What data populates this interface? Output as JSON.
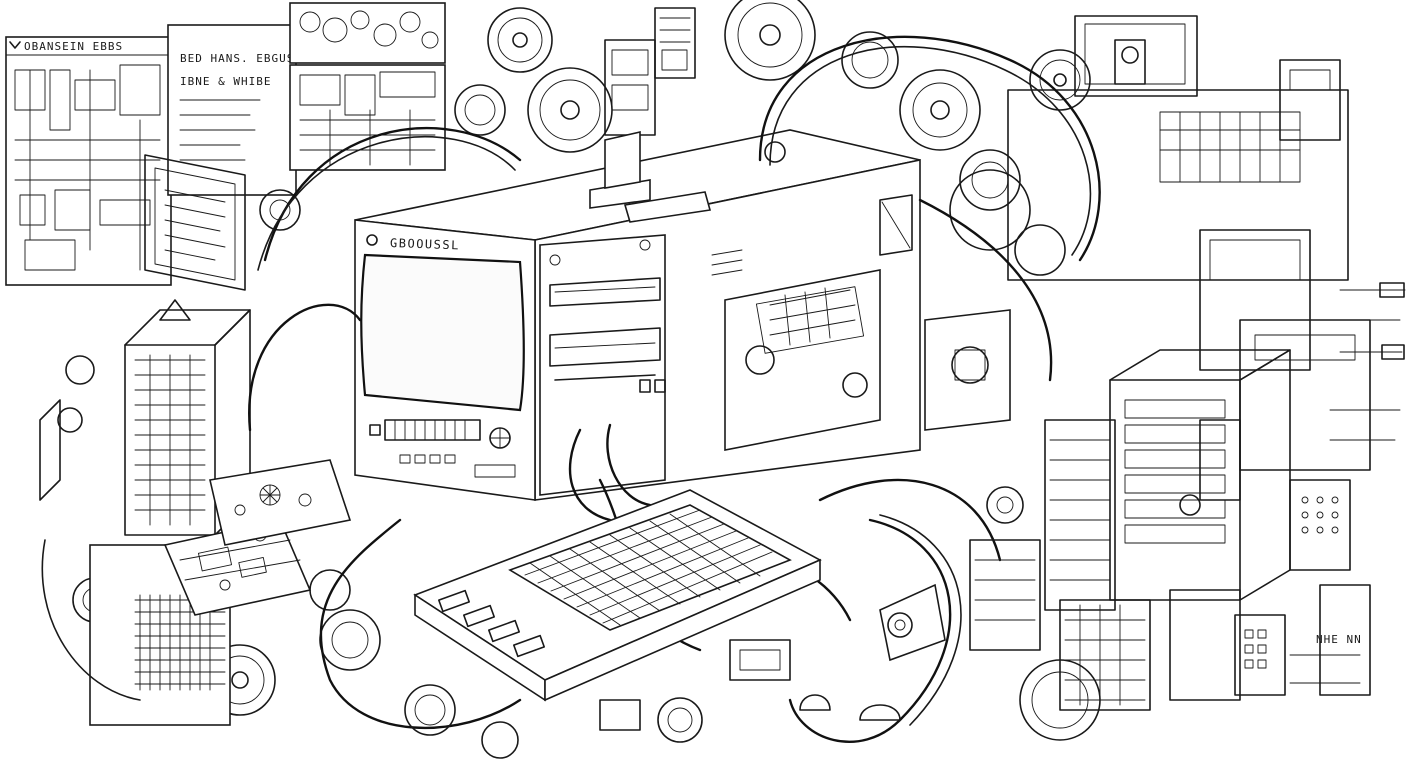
{
  "illustration": {
    "style": "black-and-white line-art drawing",
    "subject": "retro desktop computer surrounded by cables, gears and machinery",
    "colors": {
      "ink": "#1a1a1a",
      "paper": "#ffffff"
    }
  },
  "panels": {
    "top_left_header": "OBANSEIN EBBS",
    "document_line_1": "BED HANS. EBGUS",
    "document_line_2": "IBNE & WHIBE"
  },
  "computer": {
    "monitor_label": "GBOOUSSL"
  },
  "right_side": {
    "tag_label": "NHE NN"
  }
}
